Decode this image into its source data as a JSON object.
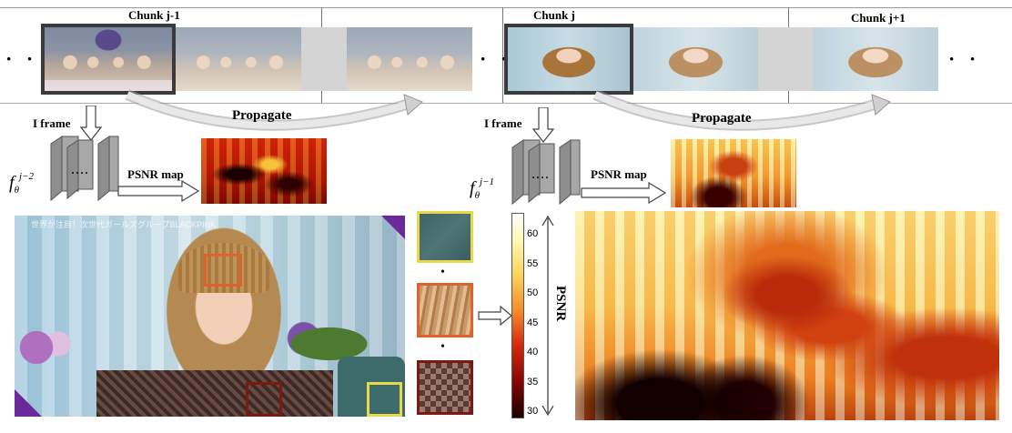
{
  "top": {
    "chunk_prev_label": "Chunk j-1",
    "chunk_cur_label": "Chunk j",
    "chunk_next_label": "Chunk j+1",
    "ellipsis": "· ·",
    "propagate_left": "Propagate",
    "propagate_right": "Propagate"
  },
  "middle": {
    "iframe_left": "I frame",
    "iframe_right": "I frame",
    "psnr_map_left": "PSNR map",
    "psnr_map_right": "PSNR map",
    "model_left_base": "f",
    "model_left_sub": "θ",
    "model_left_sup": "j−2",
    "model_right_base": "f",
    "model_right_sub": "θ",
    "model_right_sup": "j−1",
    "model_dots": "· · · ·"
  },
  "bottom": {
    "caption_text": "世界が注目！次世代ガールズグループBLACKPINK",
    "patch_dots": "•",
    "colorbar_label": "PSNR",
    "colorbar_ticks": [
      "60",
      "55",
      "50",
      "45",
      "40",
      "35",
      "30"
    ]
  },
  "colors": {
    "patch_yellow": "#e8d84a",
    "patch_orange": "#e06030",
    "patch_darkred": "#7a1a10",
    "frame_border": "#3a3a3a"
  }
}
